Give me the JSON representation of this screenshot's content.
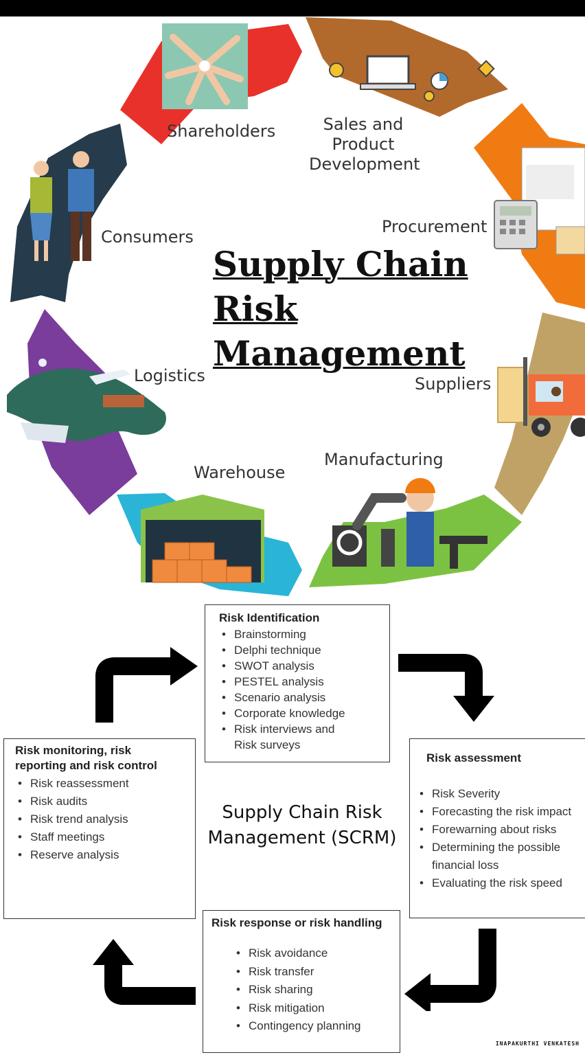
{
  "title_lines": [
    "Supply Chain",
    "Risk",
    "Management"
  ],
  "stages": [
    {
      "id": "shareholders",
      "label": "Shareholders",
      "color": "#e8312a",
      "icon": "hands-icon"
    },
    {
      "id": "sales",
      "label": "Sales and\nProduct\nDevelopment",
      "color": "#b26a2c",
      "icon": "laptop-icon"
    },
    {
      "id": "procurement",
      "label": "Procurement",
      "color": "#f07b12",
      "icon": "calculator-icon"
    },
    {
      "id": "suppliers",
      "label": "Suppliers",
      "color": "#c1a266",
      "icon": "forklift-icon"
    },
    {
      "id": "manufacturing",
      "label": "Manufacturing",
      "color": "#7cc242",
      "icon": "robot-arm-icon"
    },
    {
      "id": "warehouse",
      "label": "Warehouse",
      "color": "#2ab4d6",
      "icon": "warehouse-icon"
    },
    {
      "id": "logistics",
      "label": "Logistics",
      "color": "#7a3d9b",
      "icon": "world-map-icon"
    },
    {
      "id": "consumers",
      "label": "Consumers",
      "color": "#263b4b",
      "icon": "people-icon"
    }
  ],
  "scrm": {
    "center_title": "Supply Chain Risk Management (SCRM)",
    "identification": {
      "title": "Risk Identification",
      "items": [
        "Brainstorming",
        "Delphi technique",
        "SWOT analysis",
        "PESTEL analysis",
        "Scenario analysis",
        "Corporate knowledge",
        "Risk interviews and",
        "Risk surveys"
      ]
    },
    "assessment": {
      "title": "Risk assessment",
      "items": [
        "Risk Severity",
        "Forecasting the risk impact",
        "Forewarning about risks",
        "Determining the possible",
        "financial loss",
        "Evaluating the risk speed"
      ]
    },
    "response": {
      "title": "Risk response or risk handling",
      "items": [
        "Risk avoidance",
        "Risk transfer",
        "Risk sharing",
        "Risk mitigation",
        "Contingency planning"
      ]
    },
    "monitoring": {
      "title_lines": [
        "Risk monitoring, risk",
        "reporting and risk control"
      ],
      "items": [
        "Risk reassessment",
        "Risk audits",
        "Risk trend analysis",
        "Staff meetings",
        "Reserve analysis"
      ]
    }
  },
  "watermark": "INAPAKURTHI VENKATESH"
}
